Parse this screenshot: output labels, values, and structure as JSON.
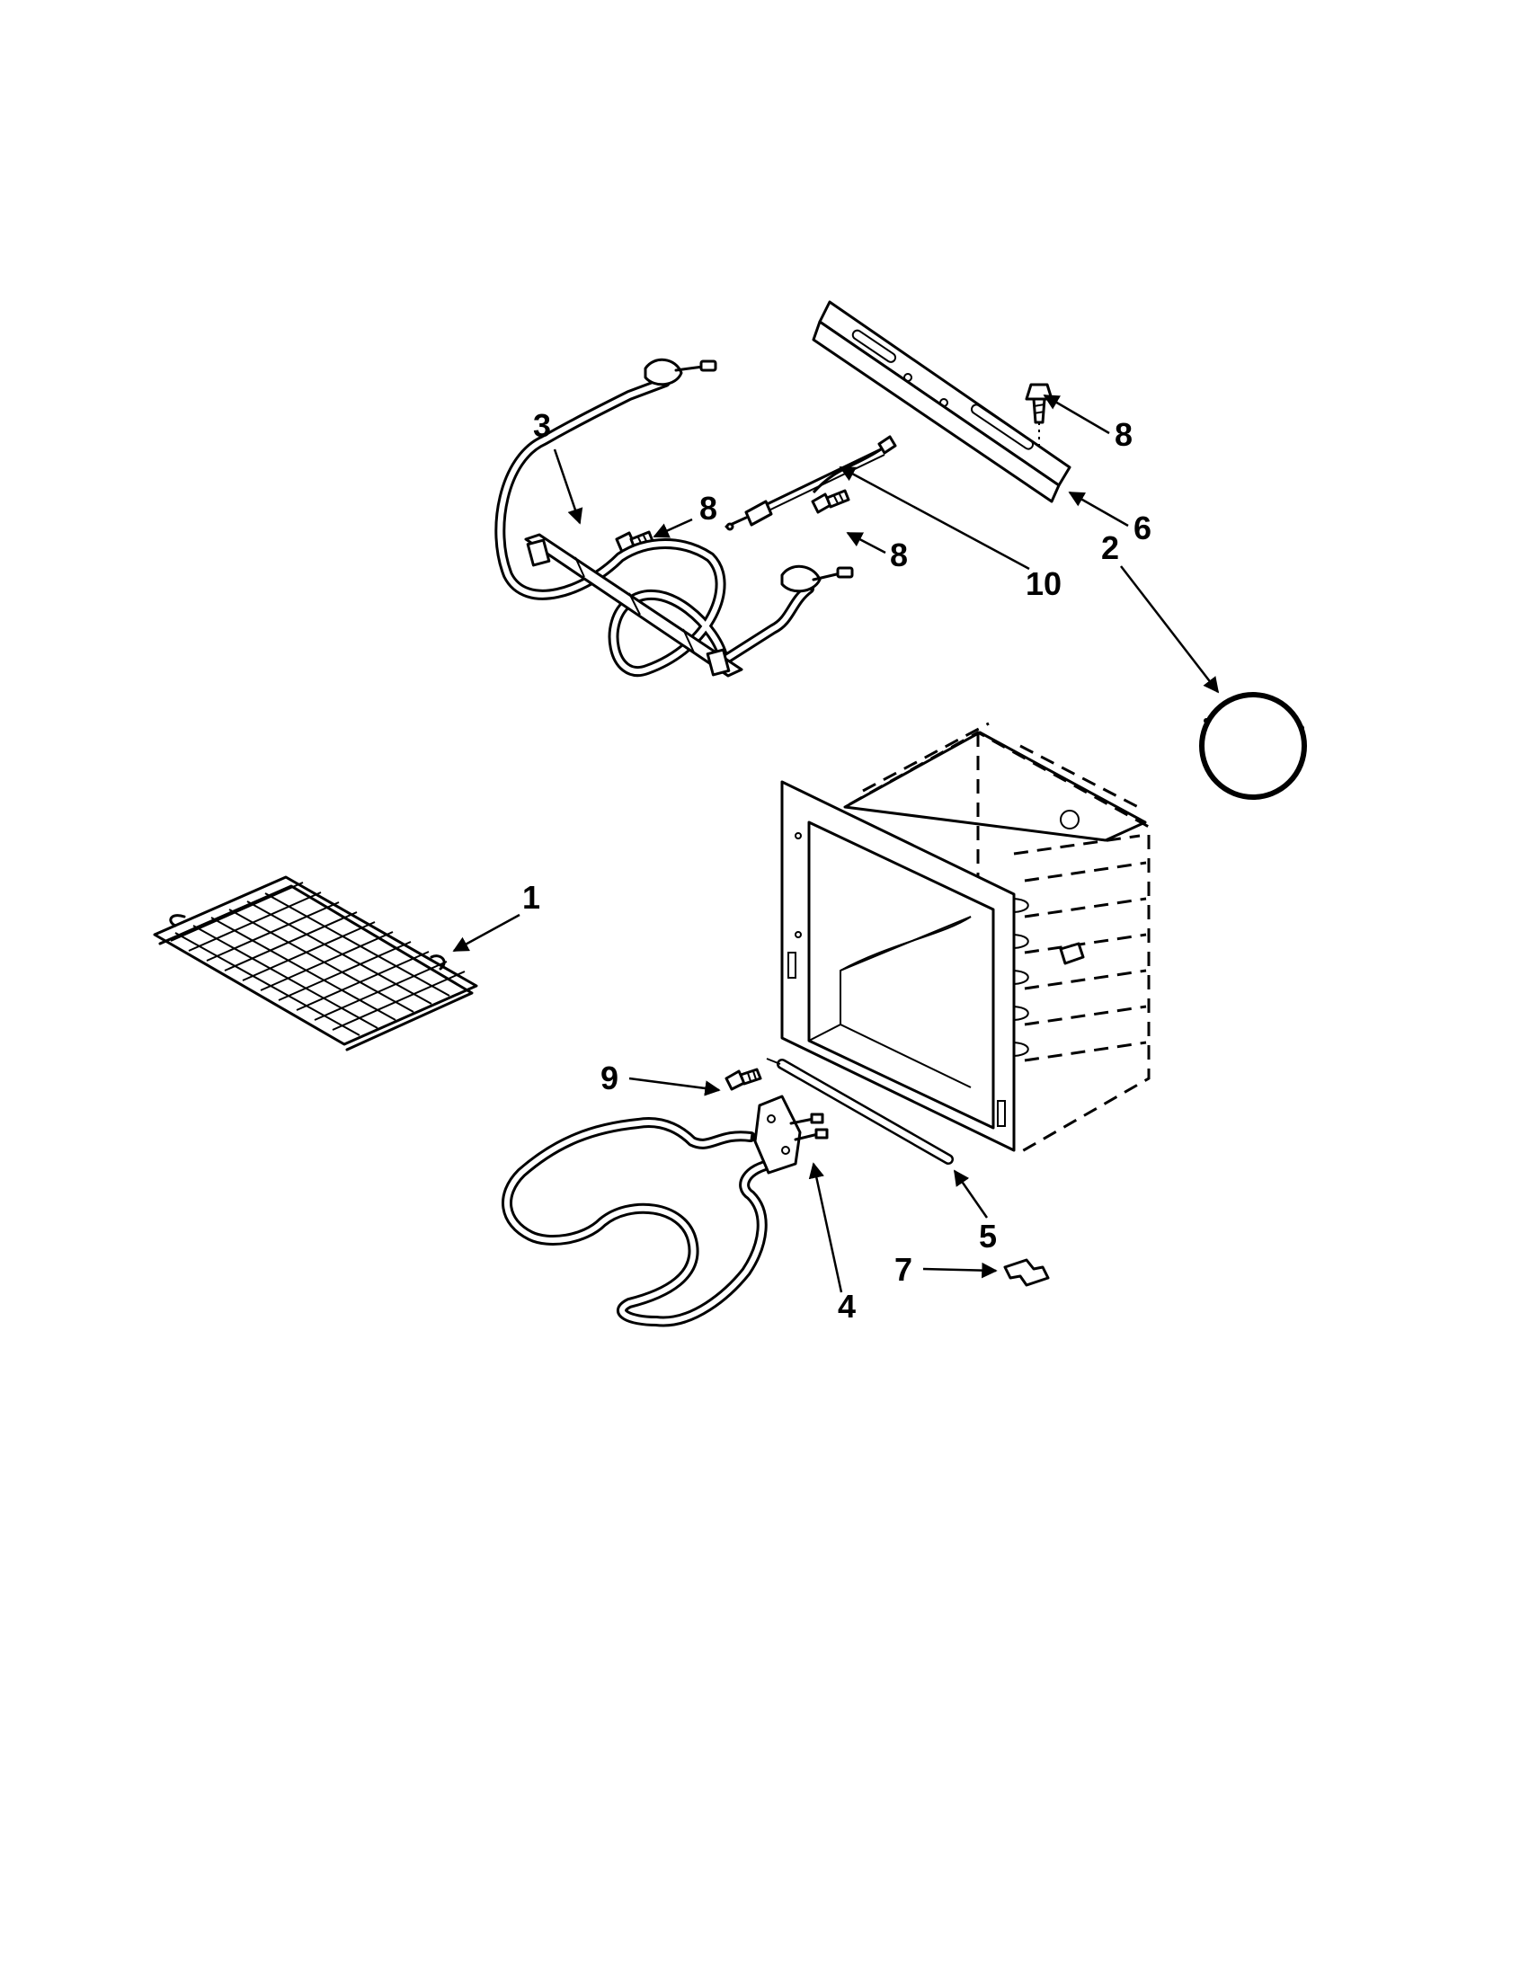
{
  "diagram": {
    "callouts": [
      "1",
      "2",
      "3",
      "4",
      "5",
      "6",
      "7",
      "8",
      "8",
      "8",
      "9",
      "10"
    ]
  }
}
